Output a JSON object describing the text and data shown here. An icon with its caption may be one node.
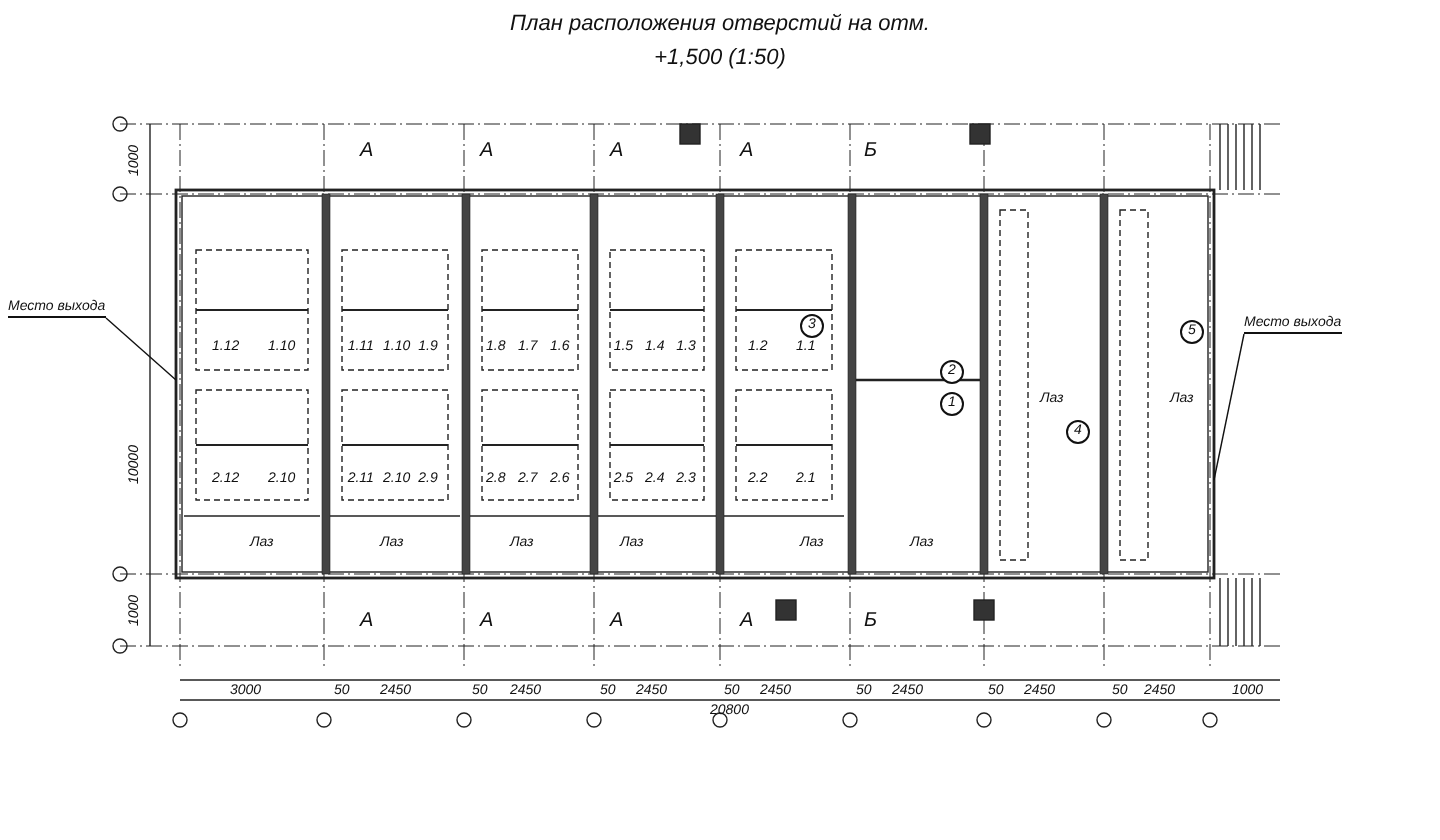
{
  "diagram": {
    "title": "План расположения отверстий на отм. +1,500 (1:50)",
    "nodes": [
      {
        "text": [
          "Место выхода"
        ]
      },
      {
        "text": [
          "Место выхода"
        ]
      },
      {
        "text": [],
        "shape": "box"
      }
    ],
    "edges": [
      {
        "from": 0,
        "to": 2,
        "arrow": "none"
      },
      {
        "from": 1,
        "to": 2,
        "arrow": "none"
      }
    ],
    "labels": [
      "А",
      "А",
      "А",
      "А",
      "Б",
      "3",
      "2",
      "1",
      "4",
      "5",
      "1.12",
      "1.10",
      "1.11",
      "1.10",
      "1.9",
      "1.8",
      "1.7",
      "1.6",
      "1.5",
      "1.4",
      "1.3",
      "1.2",
      "1.1",
      "2.12",
      "2.10",
      "2.11",
      "2.10",
      "2.9",
      "2.8",
      "2.7",
      "2.6",
      "2.5",
      "2.4",
      "2.3",
      "2.2",
      "2.1",
      "Лаз",
      "Лаз",
      "Лаз",
      "Лаз",
      "Лаз",
      "Лаз",
      "Лаз",
      "Лаз",
      "А",
      "А",
      "А",
      "А",
      "Б",
      "3000",
      "50",
      "2450",
      "50",
      "2450",
      "50",
      "2450",
      "50",
      "2450",
      "50",
      "2450",
      "50",
      "2450",
      "50",
      "2450",
      "1000",
      "20800",
      "1000",
      "10000",
      "1000"
    ]
  }
}
